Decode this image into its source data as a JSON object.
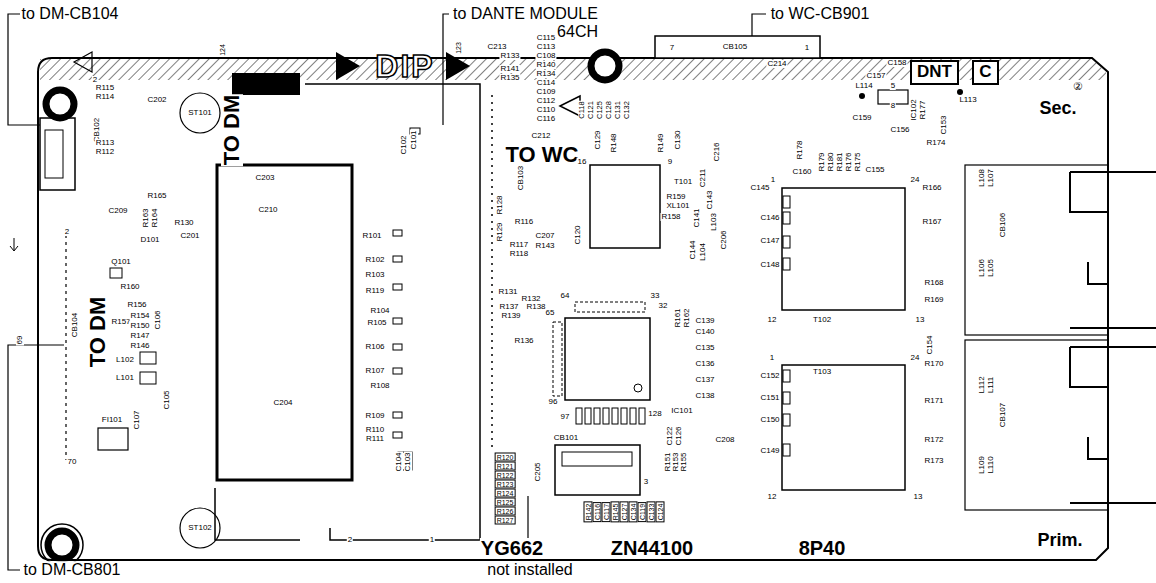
{
  "diagram": {
    "nodes": [
      {
        "text": [
          "DNT"
        ]
      },
      {
        "text": [
          "C"
        ]
      }
    ],
    "labels": [
      "to DM-CB104",
      "to DANTE MODULE 64CH",
      "to WC-CB901",
      "to DM-CB801",
      "not installed",
      "DIP",
      "124",
      "123",
      "TO DM",
      "TO DM",
      "TO WC",
      "Sec.",
      "Prim.",
      "②",
      "YG662",
      "ZN44100",
      "8P40",
      "2",
      "R115",
      "R114",
      "C202",
      "CB102",
      "R113",
      "R112",
      "R165",
      "C209",
      "2",
      "R163",
      "R164",
      "R130",
      "D101",
      "C201",
      "Q101",
      "R160",
      "R156",
      "R157",
      "R154",
      "R150",
      "R147",
      "R146",
      "C106",
      "CB104",
      "L102",
      "L101",
      "C105",
      "C107",
      "FI101",
      "69",
      "70",
      "ST101",
      "ST102",
      "C203",
      "C210",
      "C204",
      "R101",
      "R102",
      "R103",
      "R119",
      "R104",
      "R105",
      "R106",
      "R107",
      "R108",
      "R109",
      "R110",
      "R111",
      "C104",
      "C103",
      "C102",
      "C101",
      "2",
      "1",
      "R120",
      "R121",
      "R122",
      "R123",
      "R124",
      "R125",
      "R126",
      "R127",
      "C213",
      "R133",
      "R141",
      "R135",
      "C115",
      "C113",
      "C108",
      "R140",
      "R134",
      "C114",
      "C109",
      "C112",
      "C110",
      "C116",
      "C118",
      "C121",
      "C125",
      "C128",
      "C131",
      "C132",
      "CB105",
      "7",
      "1",
      "C214",
      "C212",
      "CB103",
      "C129",
      "R148",
      "R149",
      "C130",
      "C216",
      "16",
      "9",
      "T101",
      "C211",
      "R159",
      "XL101",
      "R158",
      "C141",
      "C143",
      "L103",
      "C206",
      "C144",
      "L104",
      "C120",
      "C207",
      "R143",
      "R116",
      "R117",
      "R118",
      "R128",
      "R129",
      "R131",
      "R132",
      "64",
      "33",
      "R137",
      "R138",
      "R139",
      "65",
      "R136",
      "32",
      "R161",
      "R162",
      "C139",
      "C140",
      "C135",
      "C136",
      "C137",
      "C138",
      "IC101",
      "96",
      "97",
      "128",
      "C122",
      "C126",
      "C208",
      "CB101",
      "C205",
      "3",
      "R151",
      "R153",
      "R155",
      "R142",
      "C116",
      "C117",
      "R145",
      "C127",
      "C134",
      "C119",
      "C133",
      "C124",
      "C158",
      "C157",
      "L114",
      "5",
      "IC102",
      "R177",
      "8",
      "L113",
      "C159",
      "C156",
      "R174",
      "C153",
      "R178",
      "C160",
      "R179",
      "R180",
      "R181",
      "R176",
      "R175",
      "C155",
      "C145",
      "1",
      "24",
      "R166",
      "C146",
      "R167",
      "C147",
      "C148",
      "R168",
      "R169",
      "12",
      "T102",
      "13",
      "L108",
      "L107",
      "L106",
      "L105",
      "CB106",
      "C154",
      "1",
      "24",
      "C152",
      "R170",
      "C151",
      "R171",
      "C150",
      "R172",
      "C149",
      "R173",
      "12",
      "T103",
      "13",
      "L112",
      "L111",
      "L109",
      "L110",
      "CB107"
    ]
  }
}
